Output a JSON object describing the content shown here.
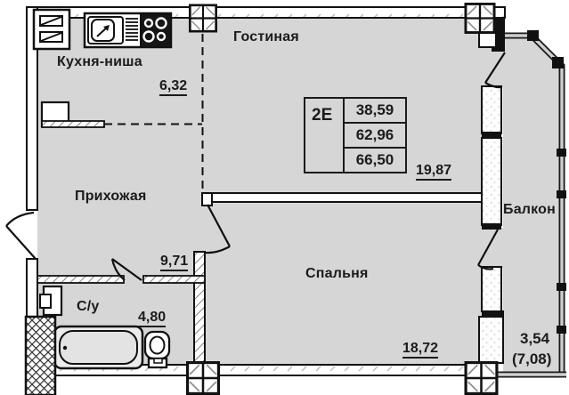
{
  "colors": {
    "room_fill": "#d6d6d6",
    "wall": "#141414",
    "text": "#1b1b1b"
  },
  "unit_box": {
    "type_label": "2Е",
    "area_values": [
      "38,59",
      "62,96",
      "66,50"
    ]
  },
  "rooms": {
    "kitchen": {
      "label": "Кухня-ниша",
      "area": "6,32"
    },
    "living": {
      "label": "Гостиная",
      "area": "19,87"
    },
    "hallway": {
      "label": "Прихожая",
      "area": "9,71"
    },
    "bathroom": {
      "label": "С/у",
      "area": "4,80"
    },
    "bedroom": {
      "label": "Спальня",
      "area": "18,72"
    },
    "balcony": {
      "label": "Балкон",
      "area": "3,54",
      "area_alt": "(7,08)"
    }
  }
}
